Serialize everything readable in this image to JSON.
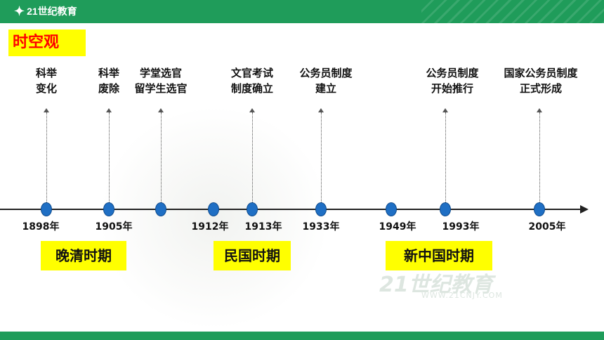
{
  "header": {
    "logo_text": "21世纪教育"
  },
  "section_title": "时空观",
  "events": [
    {
      "line1": "科举",
      "line2": "变化"
    },
    {
      "line1": "科举",
      "line2": "废除"
    },
    {
      "line1": "学堂选官",
      "line2": "留学生选官"
    },
    {
      "line1": "文官考试",
      "line2": "制度确立"
    },
    {
      "line1": "公务员制度",
      "line2": "建立"
    },
    {
      "line1": "公务员制度",
      "line2": "开始推行"
    },
    {
      "line1": "国家公务员制度",
      "line2": "正式形成"
    }
  ],
  "years": [
    "1898年",
    "1905年",
    "1912年",
    "1913年",
    "1933年",
    "1949年",
    "1993年",
    "2005年"
  ],
  "periods": [
    "晚清时期",
    "民国时期",
    "新中国时期"
  ],
  "watermark": {
    "main": "21世纪教育",
    "sub": "WWW.21CNJY.COM"
  },
  "colors": {
    "header_green": "#1f9c5a",
    "highlight_yellow": "#ffff00",
    "title_red": "#ff0000",
    "dot_blue": "#1f6fc4"
  }
}
